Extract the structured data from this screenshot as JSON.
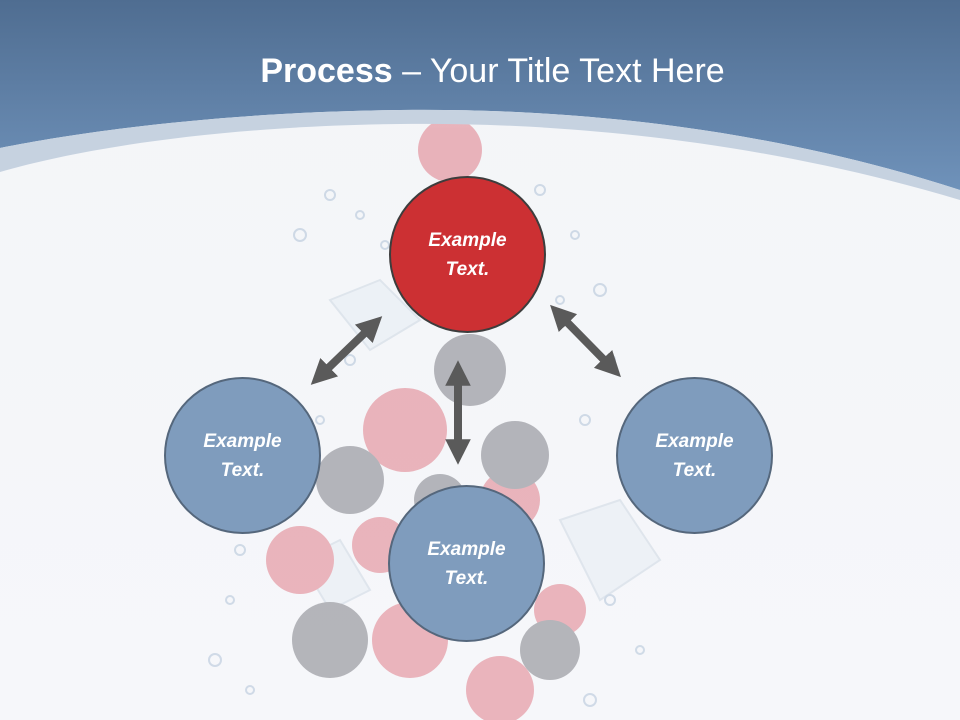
{
  "slide": {
    "title_bold": "Process",
    "title_dash": " – ",
    "title_rest": "Your Title Text Here"
  },
  "diagram": {
    "nodes": [
      {
        "id": "top",
        "text": "Example\nText.",
        "color": "#cc3033"
      },
      {
        "id": "left",
        "text": "Example\nText.",
        "color": "#7f9cbd"
      },
      {
        "id": "right",
        "text": "Example\nText.",
        "color": "#7f9cbd"
      },
      {
        "id": "bottom",
        "text": "Example\nText.",
        "color": "#7f9cbd"
      }
    ],
    "arrow_color": "#5a5a5a",
    "header_color": "#6688b0"
  }
}
